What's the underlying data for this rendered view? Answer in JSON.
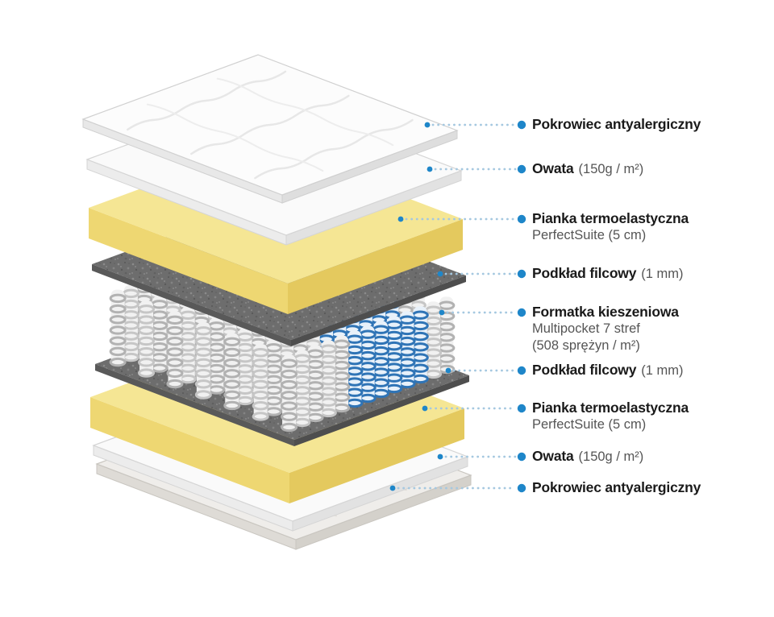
{
  "palette": {
    "accent_blue": "#1e86c9",
    "leader_line": "#a5c8e0",
    "label_name": "#1a1a1a",
    "label_detail": "#555555",
    "foam_top": "#f5e694",
    "foam_front": "#eed772",
    "foam_side": "#e4c95e",
    "felt_top": "#6d6d6d",
    "felt_front": "#595959",
    "felt_side": "#4e4e4e",
    "spring_gray_a": "#c6c6c6",
    "spring_gray_b": "#b2b2b2",
    "spring_blue": "#2f74b6",
    "cover_top": "#fcfcfc",
    "cover_front": "#e8e8e8",
    "cover_side": "#dedede",
    "wadding_top": "#fafafa",
    "wadding_front": "#ececec",
    "wadding_side": "#e2e2e2",
    "bottom_cover_top": "#efedea",
    "bottom_cover_front": "#dedbd6",
    "bottom_cover_side": "#d4d1cb"
  },
  "labels": [
    {
      "name": "Pokrowiec antyalergiczny"
    },
    {
      "name": "Owata",
      "inline": "(150g / m²)"
    },
    {
      "name": "Pianka termoelastyczna",
      "lines": [
        "PerfectSuite (5 cm)"
      ]
    },
    {
      "name": "Podkład filcowy",
      "inline": "(1 mm)"
    },
    {
      "name": "Formatka kieszeniowa",
      "lines": [
        "Multipocket 7 stref",
        "(508 sprężyn / m²)"
      ]
    },
    {
      "name": "Podkład filcowy",
      "inline": "(1 mm)"
    },
    {
      "name": "Pianka termoelastyczna",
      "lines": [
        "PerfectSuite (5 cm)"
      ]
    },
    {
      "name": "Owata",
      "inline": "(150g / m²)"
    },
    {
      "name": "Pokrowiec antyalergiczny"
    }
  ]
}
